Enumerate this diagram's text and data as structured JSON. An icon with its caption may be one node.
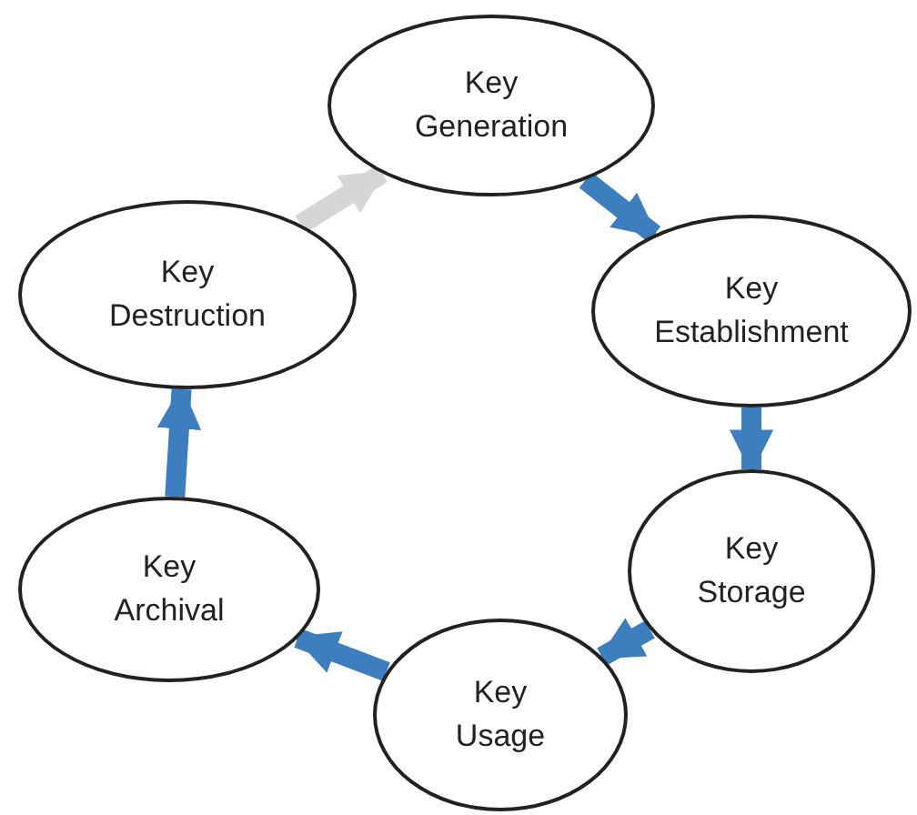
{
  "diagram": {
    "nodes": [
      {
        "text": [
          "Key Generation"
        ]
      },
      {
        "text": [
          "Key Establishment"
        ]
      },
      {
        "text": [
          "Key Storage"
        ]
      },
      {
        "text": [
          "Key Usage"
        ]
      },
      {
        "text": [
          "Key Archival"
        ]
      },
      {
        "text": [
          "Key Destruction"
        ]
      }
    ],
    "edges": [
      {
        "from": 0,
        "to": 1,
        "arrow": "to"
      },
      {
        "from": 1,
        "to": 2,
        "arrow": "to"
      },
      {
        "from": 2,
        "to": 3,
        "arrow": "to"
      },
      {
        "from": 3,
        "to": 4,
        "arrow": "to"
      },
      {
        "from": 4,
        "to": 5,
        "arrow": "to"
      },
      {
        "from": 5,
        "to": 0,
        "arrow": "to",
        "color": "#d6d6d6"
      }
    ]
  }
}
